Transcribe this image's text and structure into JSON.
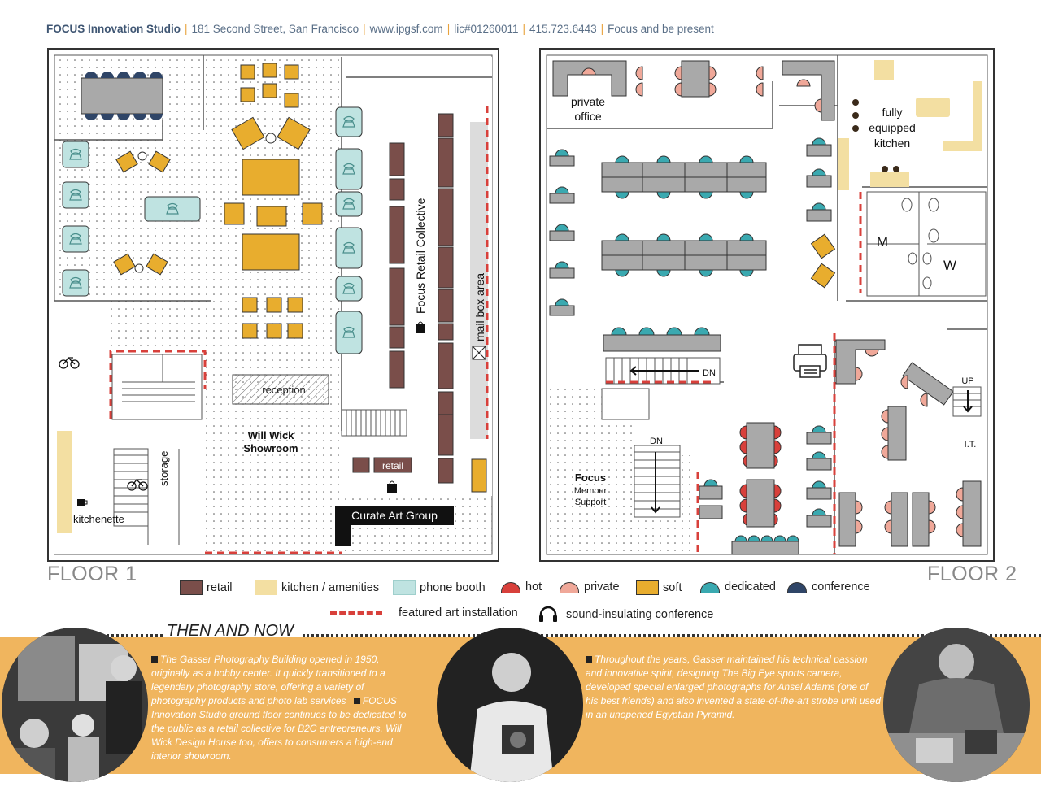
{
  "header": {
    "brand": "FOCUS Innovation Studio",
    "address": "181 Second Street, San Francisco",
    "website": "www.ipgsf.com",
    "license": "lic#01260011",
    "phone": "415.723.6443",
    "tagline": "Focus and be present"
  },
  "floor1": {
    "label": "FLOOR 1",
    "rooms": {
      "reception": "reception",
      "showroom": "Will Wick\nShowroom",
      "retail_collective": "Focus Retail Collective",
      "mailbox": "mail box area",
      "retail": "retail",
      "curate": "Curate Art Group",
      "storage": "storage",
      "kitchenette": "kitchenette"
    }
  },
  "floor2": {
    "label": "FLOOR 2",
    "rooms": {
      "private_office": "private\noffice",
      "kitchen": "fully\nequipped\nkitchen",
      "mens": "M",
      "womens": "W",
      "dn1": "DN",
      "dn2": "DN",
      "up": "UP",
      "it": "I.T.",
      "member_support_brand": "Focus",
      "member_support": "Member\nSupport"
    }
  },
  "legend": {
    "retail": "retail",
    "kitchen": "kitchen / amenities",
    "phone": "phone booth",
    "hot": "hot",
    "private": "private",
    "soft": "soft",
    "dedicated": "dedicated",
    "conference": "conference",
    "art": "featured art installation",
    "sound": "sound-insulating conference"
  },
  "colors": {
    "retail": "#7a4e4a",
    "kitchen": "#f3dfa2",
    "phone": "#bfe3e1",
    "hot": "#d8403b",
    "private": "#f0a899",
    "soft": "#e8ad2e",
    "dedicated": "#3aa9b0",
    "conference": "#2f4567",
    "desk": "#a9a9a9",
    "band": "#f0b55e"
  },
  "history": {
    "title": "THEN AND NOW",
    "para1": "The Gasser Photography Building opened in 1950, originally as a hobby center. It quickly transitioned to a legendary photography store, offering a variety of photography products and photo lab services",
    "para1b": "FOCUS Innovation Studio ground floor continues to be dedicated to the public as a retail collective for B2C entrepreneurs. Will Wick Design House too, offers to consumers a high-end interior showroom.",
    "para2": "Throughout the years, Gasser maintained his technical passion and innovative spirit, designing The Big Eye sports camera, developed special enlarged photographs for Ansel Adams (one of his best friends) and also invented a state-of-the-art strobe unit used in an unopened Egyptian Pyramid."
  }
}
